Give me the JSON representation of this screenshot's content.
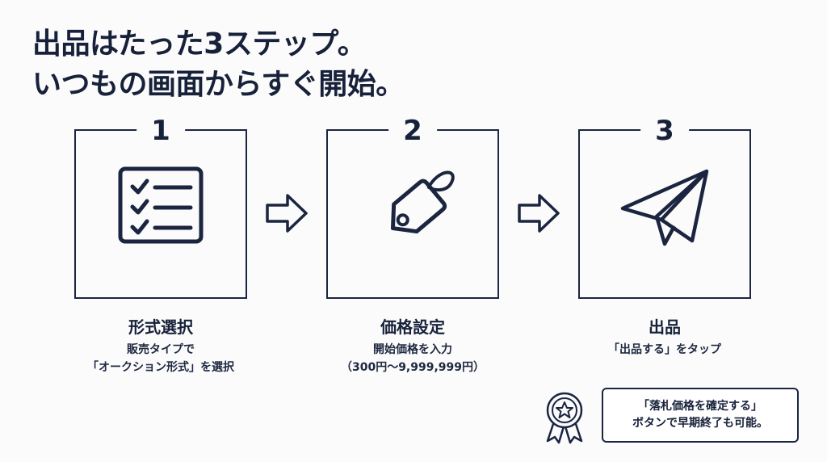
{
  "headline": {
    "line1": "出品はたった3ステップ。",
    "line2": "いつもの画面からすぐ開始。"
  },
  "steps": [
    {
      "number": "1",
      "icon": "checklist-icon",
      "title": "形式選択",
      "desc_line1": "販売タイプで",
      "desc_line2": "「オークション形式」を選択"
    },
    {
      "number": "2",
      "icon": "price-tag-icon",
      "title": "価格設定",
      "desc_line1": "開始価格を入力",
      "desc_line2": "（300円〜9,999,999円）"
    },
    {
      "number": "3",
      "icon": "paper-plane-icon",
      "title": "出品",
      "desc_line1": "「出品する」をタップ",
      "desc_line2": ""
    }
  ],
  "note": {
    "icon": "award-badge-icon",
    "line1": "「落札価格を確定する」",
    "line2": "ボタンで早期終了も可能。"
  },
  "colors": {
    "primary": "#1b2540",
    "background": "#fbfbfb"
  }
}
